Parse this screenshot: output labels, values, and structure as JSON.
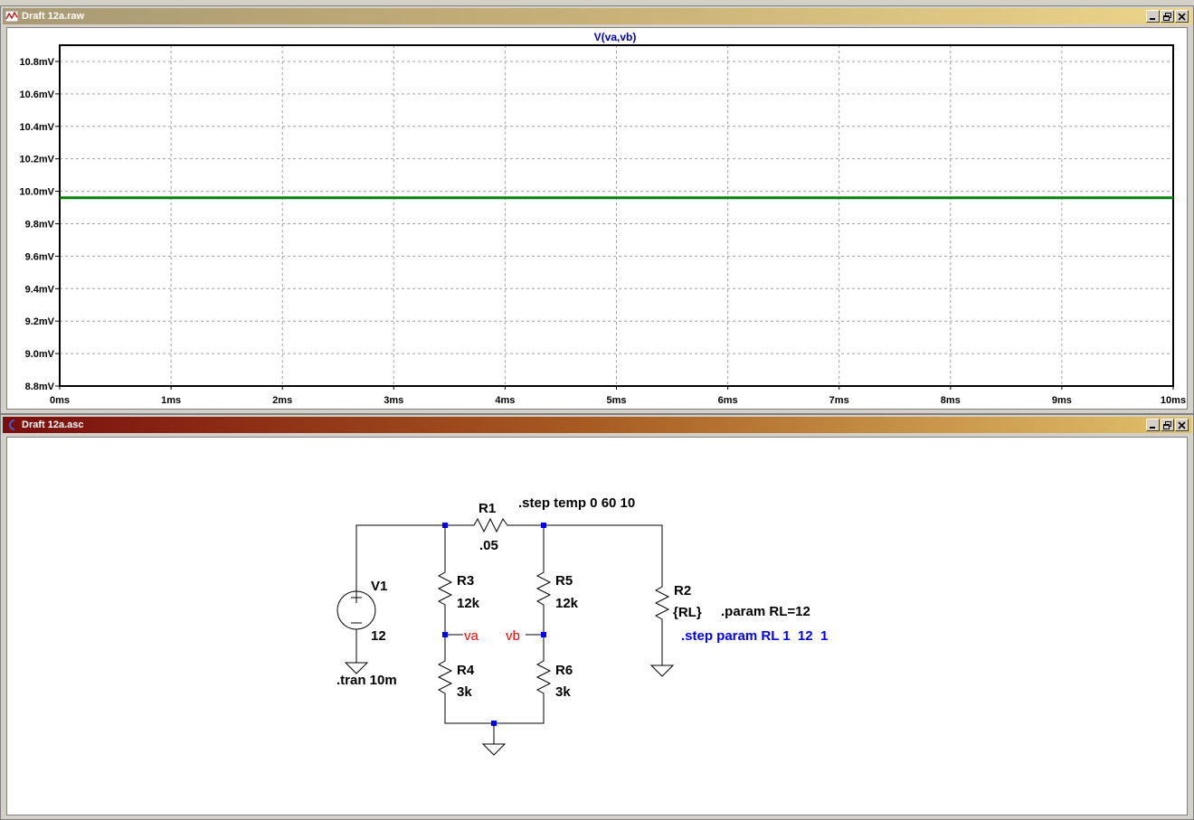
{
  "windows": {
    "waveform": {
      "title": "Draft 12a.raw"
    },
    "schematic": {
      "title": "Draft 12a.asc"
    }
  },
  "window_buttons": [
    "minimize",
    "restore",
    "close"
  ],
  "colors": {
    "trace": "#008000",
    "trace_title": "#0000c0",
    "net_label": "#ff0000",
    "directive_blue": "#0000ff",
    "node": "#0000ff"
  },
  "chart_data": {
    "type": "line",
    "title": "V(va,vb)",
    "xlim": [
      0,
      10
    ],
    "ylim": [
      8.8,
      10.9
    ],
    "x_ticks": [
      0,
      1,
      2,
      3,
      4,
      5,
      6,
      7,
      8,
      9,
      10
    ],
    "x_tick_labels": [
      "0ms",
      "1ms",
      "2ms",
      "3ms",
      "4ms",
      "5ms",
      "6ms",
      "7ms",
      "8ms",
      "9ms",
      "10ms"
    ],
    "y_ticks": [
      8.8,
      9.0,
      9.2,
      9.4,
      9.6,
      9.8,
      10.0,
      10.2,
      10.4,
      10.6,
      10.8
    ],
    "y_tick_labels": [
      "8.8mV",
      "9.0mV",
      "9.2mV",
      "9.4mV",
      "9.6mV",
      "9.8mV",
      "10.0mV",
      "10.2mV",
      "10.4mV",
      "10.6mV",
      "10.8mV"
    ],
    "grid": true,
    "series": [
      {
        "name": "V(va,vb)",
        "x": [
          0,
          10
        ],
        "y": [
          9.96,
          9.96
        ]
      }
    ]
  },
  "schematic": {
    "components": {
      "r1": {
        "name": "R1",
        "value": ".05"
      },
      "r2": {
        "name": "R2",
        "value": "{RL}"
      },
      "r3": {
        "name": "R3",
        "value": "12k"
      },
      "r4": {
        "name": "R4",
        "value": "3k"
      },
      "r5": {
        "name": "R5",
        "value": "12k"
      },
      "r6": {
        "name": "R6",
        "value": "3k"
      },
      "v1": {
        "name": "V1",
        "value": "12"
      }
    },
    "net_labels": {
      "va": "va",
      "vb": "vb"
    },
    "directives": {
      "step_temp": ".step temp 0 60 10",
      "param": ".param RL=12",
      "step_param": ".step param RL 1  12  1",
      "tran": ".tran 10m"
    }
  }
}
